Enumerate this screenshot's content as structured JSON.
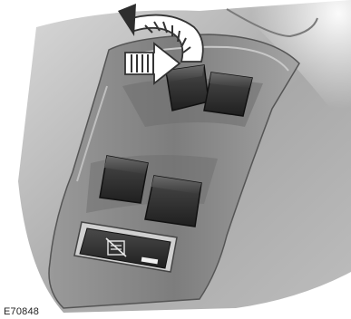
{
  "figure": {
    "id": "E70848"
  },
  "controls": {
    "front_left_switch": {
      "icon": "window-switch"
    },
    "front_right_switch": {
      "icon": "window-switch"
    },
    "rear_left_switch": {
      "icon": "window-switch"
    },
    "rear_right_switch": {
      "icon": "window-switch"
    },
    "lock_switch": {
      "icon": "window-lock-icon"
    }
  },
  "arrows": {
    "pull_up": {
      "icon": "curved-arrow-icon",
      "meaning": "pull"
    },
    "press_down": {
      "icon": "straight-arrow-icon",
      "meaning": "press"
    }
  },
  "colors": {
    "panel": "#8f8f8f",
    "switch": "#2e2e2e",
    "arrow": "#3a3a3a"
  }
}
